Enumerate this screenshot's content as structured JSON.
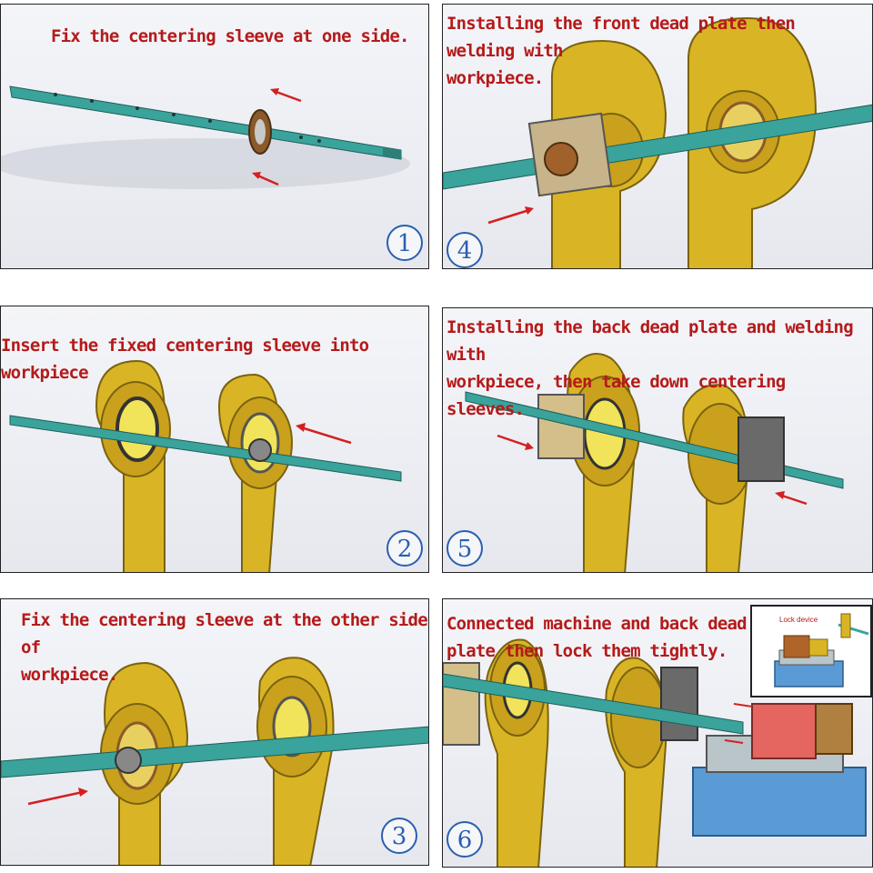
{
  "steps": [
    {
      "number": "1",
      "caption": "Fix the centering sleeve at one side."
    },
    {
      "number": "4",
      "caption": "Installing the front dead plate then welding with\nworkpiece."
    },
    {
      "number": "2",
      "caption": "Insert the fixed centering sleeve into workpiece"
    },
    {
      "number": "5",
      "caption": "Installing the back dead plate and welding with\nworkpiece, then take down centering sleeves."
    },
    {
      "number": "3",
      "caption": "Fix the centering sleeve at the other side of\nworkpiece."
    },
    {
      "number": "6",
      "caption": "Connected machine and back dead\nplate then lock them tightly."
    }
  ],
  "inset_label": "Lock device",
  "colors": {
    "caption": "#b51a1a",
    "number": "#2a5fb0",
    "shaft": "#3aa39b",
    "plate": "#d9b526",
    "arrow": "#d42020"
  }
}
